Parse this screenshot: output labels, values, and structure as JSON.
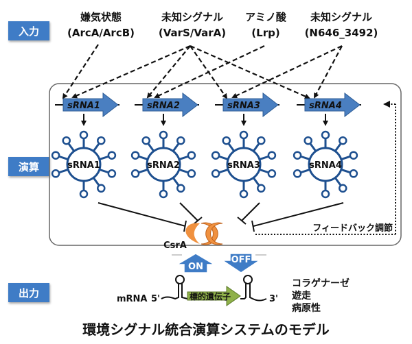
{
  "stages": {
    "input": "入力",
    "compute": "演算",
    "output": "出力"
  },
  "signals": [
    {
      "name": "嫌気状態",
      "sub": "(ArcA/ArcB)"
    },
    {
      "name": "未知シグナル",
      "sub": "(VarS/VarA)"
    },
    {
      "name": "アミノ酸",
      "sub": "(Lrp)"
    },
    {
      "name": "未知シグナル",
      "sub": "(N646_3492)"
    }
  ],
  "genes": [
    "sRNA1",
    "sRNA2",
    "sRNA3",
    "sRNA4"
  ],
  "srnas": [
    "sRNA1",
    "sRNA2",
    "sRNA3",
    "sRNA4"
  ],
  "csra_label": "CsrA",
  "feedback_label": "フィードバック調節",
  "on_label": "ON",
  "off_label": "OFF",
  "mrna": {
    "label": "mRNA",
    "five_prime": "5'",
    "three_prime": "3'",
    "target_gene": "標的遺伝子"
  },
  "outputs": [
    "コラゲナーゼ",
    "遊走",
    "病原性"
  ],
  "title": "環境シグナル統合演算システムのモデル",
  "colors": {
    "stage_blue": "#3f7cc6",
    "gene_blue": "#4a7fc1",
    "srna_blue": "#1d4f8f",
    "csra_orange": "#f0913f",
    "target_green": "#8fb14a"
  }
}
